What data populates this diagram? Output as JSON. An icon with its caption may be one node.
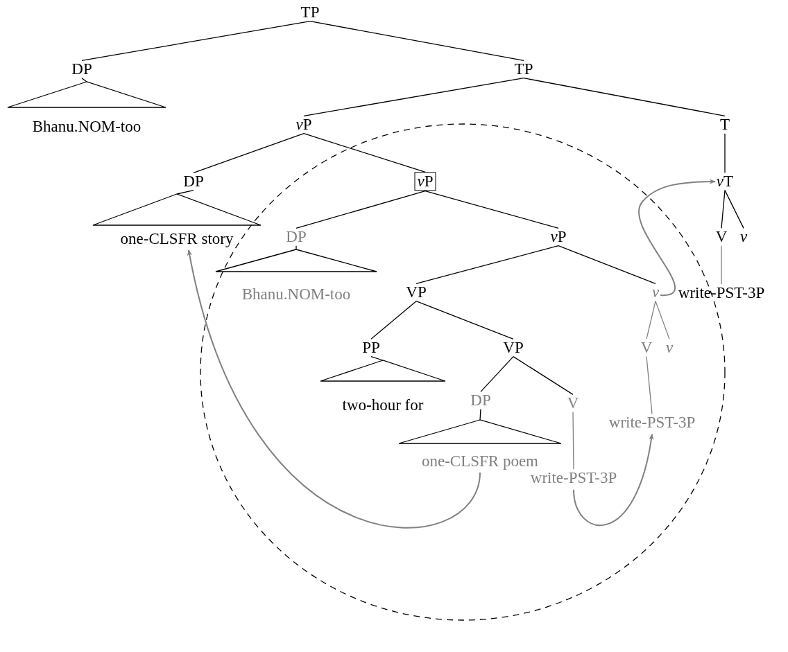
{
  "diagram": {
    "nodes": [
      {
        "text": [
          "TP"
        ]
      },
      {
        "text": [
          "DP"
        ]
      },
      {
        "text": [
          "Bhanu.NOM-too"
        ]
      },
      {
        "text": [
          "TP"
        ]
      },
      {
        "text": [
          "vP"
        ]
      },
      {
        "text": [
          "T"
        ]
      },
      {
        "text": [
          "DP"
        ]
      },
      {
        "text": [
          "vP"
        ]
      },
      {
        "text": [
          "vT"
        ]
      },
      {
        "text": [
          "one-CLSFR story"
        ]
      },
      {
        "text": [
          "DP"
        ]
      },
      {
        "text": [
          "vP"
        ]
      },
      {
        "text": [
          "V"
        ]
      },
      {
        "text": [
          "v"
        ]
      },
      {
        "text": [
          "Bhanu.NOM-too"
        ]
      },
      {
        "text": [
          "VP"
        ]
      },
      {
        "text": [
          "v"
        ]
      },
      {
        "text": [
          "write-PST-3P"
        ]
      },
      {
        "text": [
          "PP"
        ]
      },
      {
        "text": [
          "VP"
        ]
      },
      {
        "text": [
          "V"
        ]
      },
      {
        "text": [
          "v"
        ]
      },
      {
        "text": [
          "two-hour for"
        ]
      },
      {
        "text": [
          "DP"
        ]
      },
      {
        "text": [
          "V"
        ]
      },
      {
        "text": [
          "write-PST-3P"
        ]
      },
      {
        "text": [
          "one-CLSFR poem"
        ]
      },
      {
        "text": [
          "write-PST-3P"
        ]
      }
    ],
    "edges": [
      {
        "from": 0,
        "to": 1,
        "arrow": "none"
      },
      {
        "from": 0,
        "to": 3,
        "arrow": "none"
      },
      {
        "from": 1,
        "to": 2,
        "arrow": "none"
      },
      {
        "from": 3,
        "to": 4,
        "arrow": "none"
      },
      {
        "from": 3,
        "to": 5,
        "arrow": "none"
      },
      {
        "from": 4,
        "to": 6,
        "arrow": "none"
      },
      {
        "from": 4,
        "to": 7,
        "arrow": "none"
      },
      {
        "from": 5,
        "to": 8,
        "arrow": "none"
      },
      {
        "from": 6,
        "to": 9,
        "arrow": "none"
      },
      {
        "from": 7,
        "to": 10,
        "arrow": "none"
      },
      {
        "from": 7,
        "to": 11,
        "arrow": "none"
      },
      {
        "from": 8,
        "to": 12,
        "arrow": "none"
      },
      {
        "from": 8,
        "to": 13,
        "arrow": "none"
      },
      {
        "from": 10,
        "to": 14,
        "arrow": "none"
      },
      {
        "from": 11,
        "to": 15,
        "arrow": "none"
      },
      {
        "from": 11,
        "to": 16,
        "arrow": "none"
      },
      {
        "from": 12,
        "to": 17,
        "arrow": "none",
        "color": "#808080"
      },
      {
        "from": 15,
        "to": 18,
        "arrow": "none"
      },
      {
        "from": 15,
        "to": 19,
        "arrow": "none"
      },
      {
        "from": 16,
        "to": 20,
        "arrow": "none",
        "color": "#808080"
      },
      {
        "from": 16,
        "to": 21,
        "arrow": "none",
        "color": "#808080"
      },
      {
        "from": 18,
        "to": 22,
        "arrow": "none"
      },
      {
        "from": 19,
        "to": 23,
        "arrow": "none"
      },
      {
        "from": 19,
        "to": 24,
        "arrow": "none"
      },
      {
        "from": 20,
        "to": 25,
        "arrow": "none",
        "color": "#808080"
      },
      {
        "from": 23,
        "to": 26,
        "arrow": "none"
      },
      {
        "from": 24,
        "to": 27,
        "arrow": "none",
        "color": "#808080"
      },
      {
        "from": 26,
        "to": 9,
        "arrow": "to",
        "color": "#808080"
      },
      {
        "from": 27,
        "to": 25,
        "arrow": "to",
        "color": "#808080"
      },
      {
        "from": 16,
        "to": 8,
        "arrow": "to",
        "color": "#808080"
      }
    ]
  }
}
